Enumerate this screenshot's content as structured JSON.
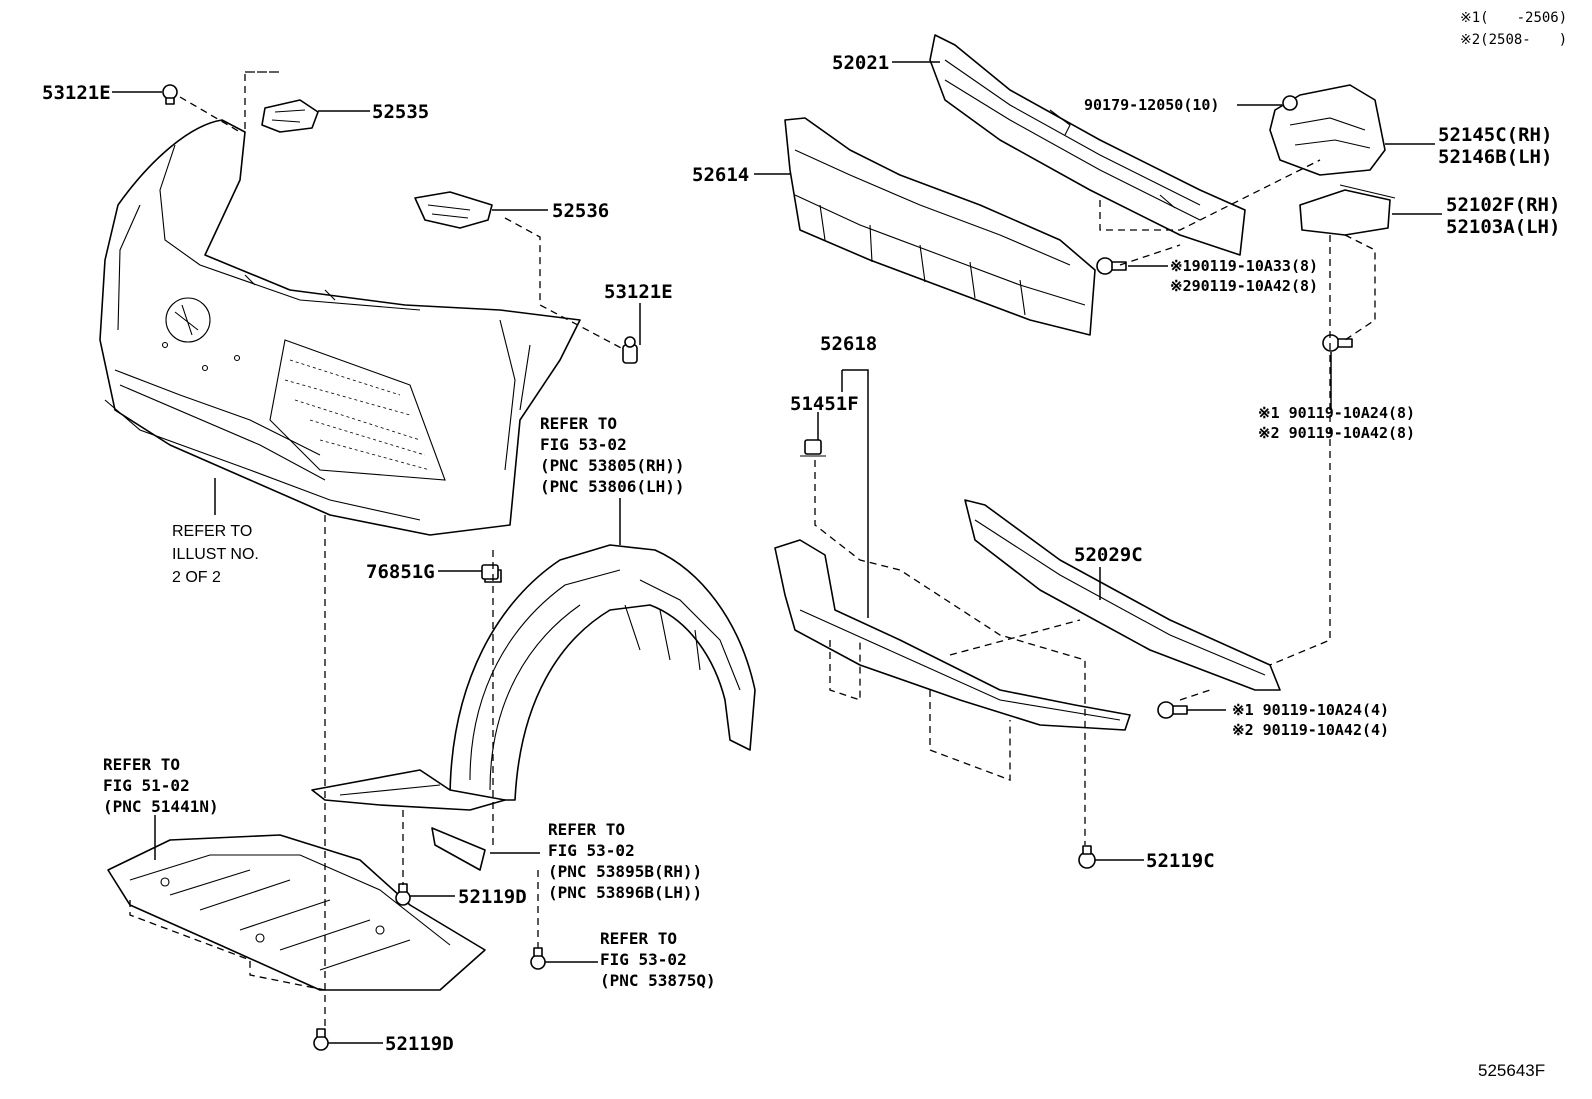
{
  "header_notes": [
    "※1(　　-2506)",
    "※2(2508-　　)"
  ],
  "part_labels": {
    "p53121E_top": "53121E",
    "p52535": "52535",
    "p52536": "52536",
    "p53121E_mid": "53121E",
    "p76851G": "76851G",
    "p52021": "52021",
    "p52614": "52614",
    "p90179": "90179-12050(10)",
    "p52145C": "52145C(RH)",
    "p52146B": "52146B(LH)",
    "p52102F": "52102F(RH)",
    "p52103A": "52103A(LH)",
    "p90119_10A33_8": "※190119-10A33(8)",
    "p90119_10A42_8a": "※290119-10A42(8)",
    "p52618": "52618",
    "p51451F": "51451F",
    "p90119_10A24_8": "※1 90119-10A24(8)",
    "p90119_10A42_8b": "※2 90119-10A42(8)",
    "p52029C": "52029C",
    "p90119_10A24_4": "※1 90119-10A24(4)",
    "p90119_10A42_4": "※2 90119-10A42(4)",
    "p52119C": "52119C",
    "p52119D_mid": "52119D",
    "p52119D_bottom": "52119D"
  },
  "refer_notes": {
    "illust": [
      "REFER TO",
      "ILLUST NO.",
      "2 OF 2"
    ],
    "fig5302_fender": [
      "REFER TO",
      "FIG 53-02",
      "(PNC 53805(RH))",
      "(PNC 53806(LH))"
    ],
    "fig5102": [
      "REFER TO",
      "FIG 51-02",
      "(PNC 51441N)"
    ],
    "fig5302_seal": [
      "REFER TO",
      "FIG 53-02",
      "(PNC 53895B(RH))",
      "(PNC 53896B(LH))"
    ],
    "fig5302_clip": [
      "REFER TO",
      "FIG 53-02",
      "(PNC 53875Q)"
    ]
  },
  "figure_id": "525643F"
}
